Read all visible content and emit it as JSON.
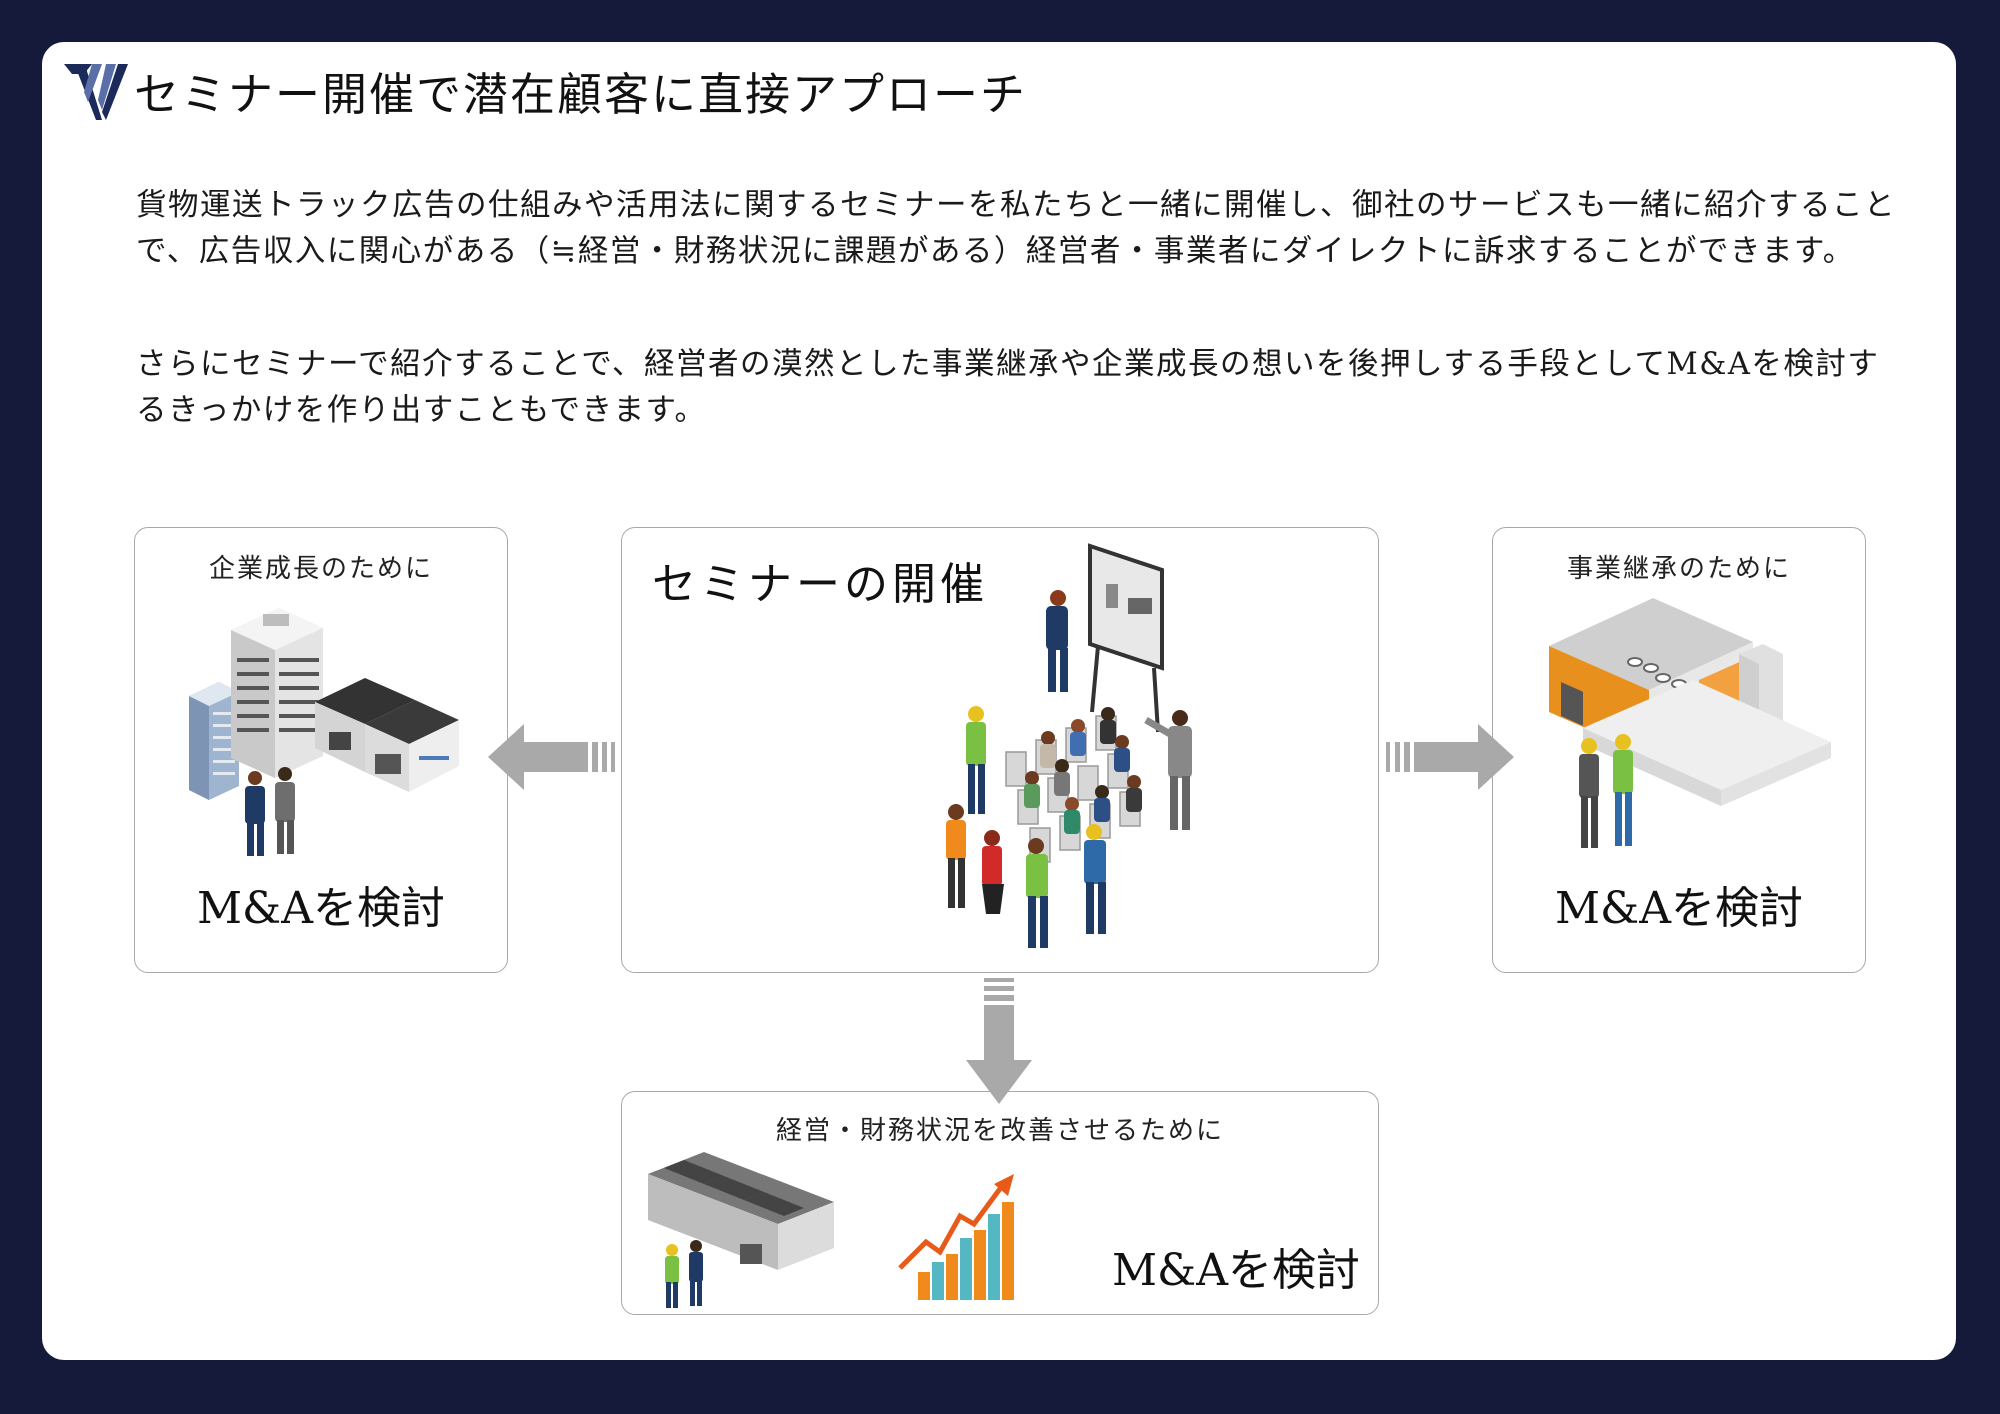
{
  "title": "セミナー開催で潜在顧客に直接アプローチ",
  "paragraphs": [
    "貨物運送トラック広告の仕組みや活用法に関するセミナーを私たちと一緒に開催し、御社のサービスも一緒に紹介することで、広告収入に関心がある（≒経営・財務状況に課題がある）経営者・事業者にダイレクトに訴求することができます。",
    "さらにセミナーで紹介することで、経営者の漠然とした事業継承や企業成長の想いを後押しする手段としてM&Aを検討するきっかけを作り出すこともできます。"
  ],
  "boxes": {
    "center": {
      "title": "セミナーの開催"
    },
    "left": {
      "heading": "企業成長のために",
      "cta": "M&Aを検討"
    },
    "right": {
      "heading": "事業継承のために",
      "cta": "M&Aを検討"
    },
    "bottom": {
      "heading": "経営・財務状況を改善させるために",
      "cta": "M&Aを検討"
    }
  },
  "colors": {
    "background": "#161a3a",
    "card": "#ffffff",
    "arrow": "#a9a9a9",
    "logo": "#1c2a5a",
    "factory_orange": "#e8901e",
    "chart_orange": "#f08a1d",
    "chart_teal": "#56b7c4"
  },
  "icons": [
    "logo-mark",
    "office-buildings-icon",
    "seminar-scene-icon",
    "factory-icon",
    "growth-chart-icon",
    "arrow-left-icon",
    "arrow-right-icon",
    "arrow-down-icon"
  ]
}
